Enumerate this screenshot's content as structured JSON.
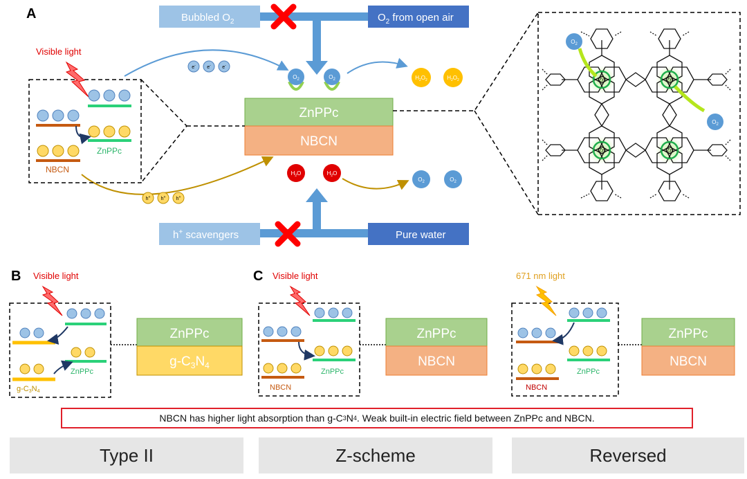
{
  "panels": {
    "a": "A",
    "b": "B",
    "c": "C"
  },
  "top": {
    "bubbled_o2": "Bubbled O",
    "o2_open_air": "from open air",
    "h_scavengers": "scavengers",
    "pure_water": "Pure water"
  },
  "main": {
    "znppc": "ZnPPc",
    "nbcn": "NBCN",
    "visible_light": "Visible light",
    "o2_label": "O",
    "h2o2_label": "H",
    "h2o_label": "H",
    "electron": "e",
    "hole": "h"
  },
  "inset": {
    "znppc": "ZnPPc",
    "nbcn": "NBCN"
  },
  "panel_b": {
    "visible_light": "Visible light",
    "znppc_small": "ZnPPc",
    "gcn_small": "g-C",
    "znppc": "ZnPPc",
    "gcn": "g-C"
  },
  "panel_c": {
    "visible_light": "Visible light",
    "znppc_small": "ZnPPc",
    "nbcn_small": "NBCN",
    "znppc": "ZnPPc",
    "nbcn": "NBCN"
  },
  "panel_r": {
    "light": "671 nm light",
    "znppc_small": "ZnPPc",
    "nbcn_small": "NBCN",
    "znppc": "ZnPPc",
    "nbcn": "NBCN"
  },
  "note": {
    "pre": "NBCN has higher light absorption than g-C",
    "post": ". Weak built-in electric field between ZnPPc and NBCN."
  },
  "footer": {
    "type2": "Type II",
    "zscheme": "Z-scheme",
    "reversed": "Reversed"
  },
  "molecule": {
    "zn": "Zn",
    "n": "N",
    "o2": "O"
  },
  "colors": {
    "green_block": "#a9d18e",
    "orange_block": "#f4b183",
    "yellow_block": "#ffd966",
    "light_blue": "#9dc3e6",
    "dark_blue": "#4472c4",
    "red_x": "#ff0000",
    "hole_yellow": "#ffc000",
    "brown_band": "#c55a11",
    "green_band": "#2bd179"
  }
}
